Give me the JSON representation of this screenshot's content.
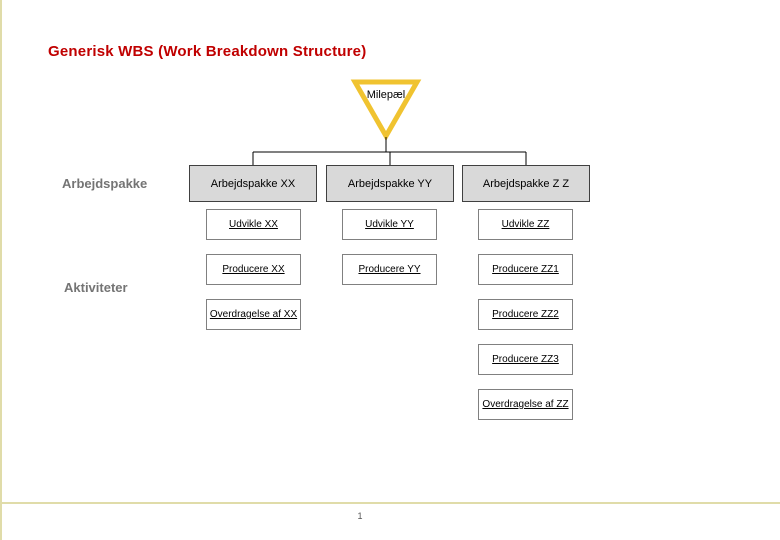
{
  "slide": {
    "title": "Generisk WBS (Work Breakdown Structure)",
    "page_number": "1"
  },
  "milestone": {
    "label": "Milepæl"
  },
  "row_labels": {
    "work_package": "Arbejdspakke",
    "activities": "Aktiviteter"
  },
  "wbs": {
    "columns": [
      {
        "header": "Arbejdspakke XX",
        "activities": [
          "Udvikle XX",
          "Producere XX",
          "Overdragelse af XX"
        ]
      },
      {
        "header": "Arbejdspakke YY",
        "activities": [
          "Udvikle YY",
          "Producere YY"
        ]
      },
      {
        "header": "Arbejdspakke Z Z",
        "activities": [
          "Udvikle ZZ",
          "Producere ZZ1",
          "Producere ZZ2",
          "Producere ZZ3",
          "Overdragelse af ZZ"
        ]
      }
    ]
  },
  "colors": {
    "title_red": "#c00000",
    "milestone_gold": "#f0c330",
    "accent_pale_yellow": "#e0dca9",
    "header_box_fill": "#d9d9d9",
    "header_box_border": "#404040",
    "activity_box_border": "#808080",
    "side_label_gray": "#747474",
    "connector_black": "#000000"
  }
}
